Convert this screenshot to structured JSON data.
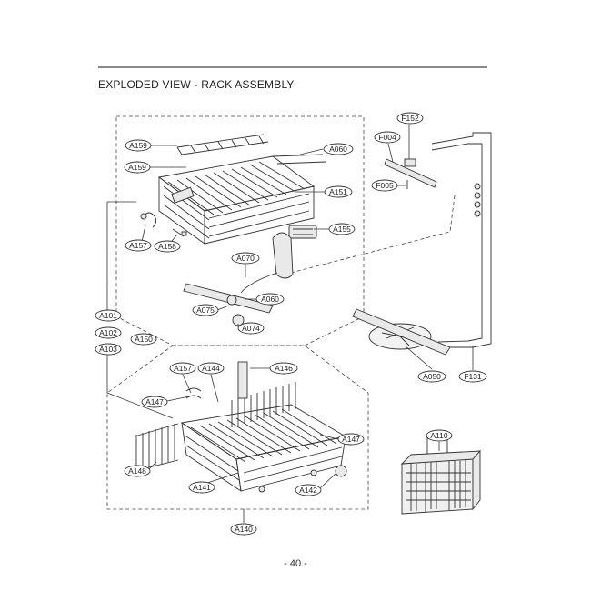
{
  "page": {
    "title": "EXPLODED VIEW - RACK ASSEMBLY",
    "page_number": "- 40 -"
  },
  "callouts": [
    {
      "id": "c-a159a",
      "text": "A159"
    },
    {
      "id": "c-a159b",
      "text": "A159"
    },
    {
      "id": "c-a060",
      "text": "A060"
    },
    {
      "id": "c-a151",
      "text": "A151"
    },
    {
      "id": "c-a157",
      "text": "A157"
    },
    {
      "id": "c-a158",
      "text": "A158"
    },
    {
      "id": "c-a155",
      "text": "A155"
    },
    {
      "id": "c-a070",
      "text": "A070"
    },
    {
      "id": "c-a060b",
      "text": "A060"
    },
    {
      "id": "c-a075",
      "text": "A075"
    },
    {
      "id": "c-a074",
      "text": "A074"
    },
    {
      "id": "c-a101",
      "text": "A101"
    },
    {
      "id": "c-a102",
      "text": "A102"
    },
    {
      "id": "c-a103",
      "text": "A103"
    },
    {
      "id": "c-a150",
      "text": "A150"
    },
    {
      "id": "c-f152",
      "text": "F152"
    },
    {
      "id": "c-f004",
      "text": "F004"
    },
    {
      "id": "c-f005",
      "text": "F005"
    },
    {
      "id": "c-a050",
      "text": "A050"
    },
    {
      "id": "c-f131",
      "text": "F131"
    },
    {
      "id": "c-a157b",
      "text": "A157"
    },
    {
      "id": "c-a144",
      "text": "A144"
    },
    {
      "id": "c-a146",
      "text": "A146"
    },
    {
      "id": "c-a147a",
      "text": "A147"
    },
    {
      "id": "c-a147b",
      "text": "A147"
    },
    {
      "id": "c-a148",
      "text": "A148"
    },
    {
      "id": "c-a141",
      "text": "A141"
    },
    {
      "id": "c-a142",
      "text": "A142"
    },
    {
      "id": "c-a140",
      "text": "A140"
    },
    {
      "id": "c-a110",
      "text": "A110"
    }
  ]
}
